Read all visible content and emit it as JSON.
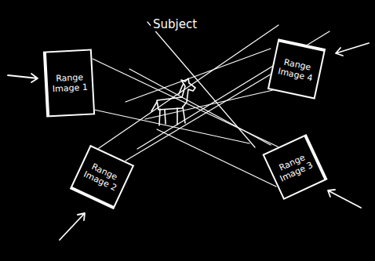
{
  "diagram": {
    "nodes": [
      {
        "text": [
          "Range Image 1"
        ]
      },
      {
        "text": [
          "Range Image 4"
        ]
      },
      {
        "text": [
          "Range Image 2"
        ]
      },
      {
        "text": [
          "Range Image 3"
        ]
      }
    ],
    "labels": [
      "Subject"
    ]
  }
}
